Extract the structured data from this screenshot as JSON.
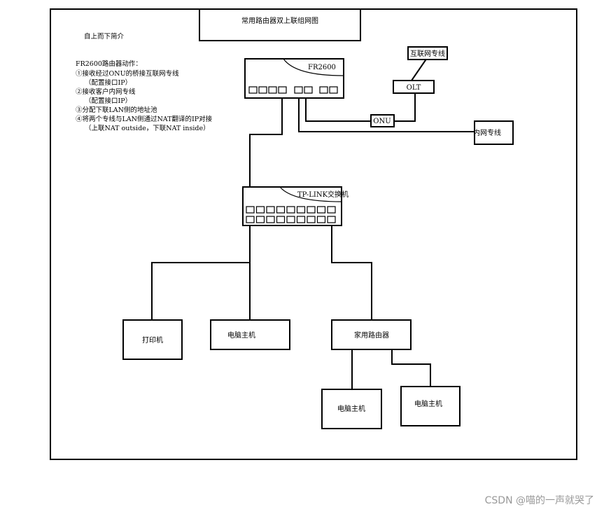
{
  "diagram": {
    "title": "常用路由器双上联组网图",
    "intro_heading": "自上而下简介",
    "notes": [
      "FR2600路由器动作：",
      "①接收经过ONU的桥接互联网专线",
      "（配置接口IP）",
      "②接收客户内网专线",
      "（配置接口IP）",
      "③分配下联LAN侧的地址池",
      "④将两个专线与LAN侧通过NAT翻译的IP对接",
      "（上联NAT outside，下联NAT inside）"
    ],
    "nodes": {
      "router": "FR2600",
      "internet_line": "互联网专线",
      "olt": "OLT",
      "onu": "ONU",
      "intranet_line": "内网专线",
      "switch": "TP-LINK交换机",
      "printer": "打印机",
      "pc1": "电脑主机",
      "home_router": "家用路由器",
      "pc2": "电脑主机",
      "pc3": "电脑主机"
    }
  },
  "watermark": "CSDN @喵的一声就哭了"
}
